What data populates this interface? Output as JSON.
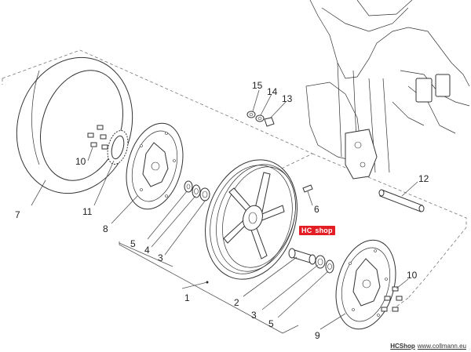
{
  "badge": {
    "prefix": "HC",
    "label": "shop"
  },
  "footer": {
    "brand": "HCShop",
    "url": "www.collmann.eu"
  },
  "callouts": [
    "1",
    "2",
    "3",
    "3",
    "4",
    "5",
    "5",
    "6",
    "7",
    "8",
    "9",
    "10",
    "10",
    "11",
    "12",
    "13",
    "14",
    "15"
  ],
  "colors": {
    "line": "#333333",
    "badge": "#e31e24",
    "background": "#ffffff"
  }
}
